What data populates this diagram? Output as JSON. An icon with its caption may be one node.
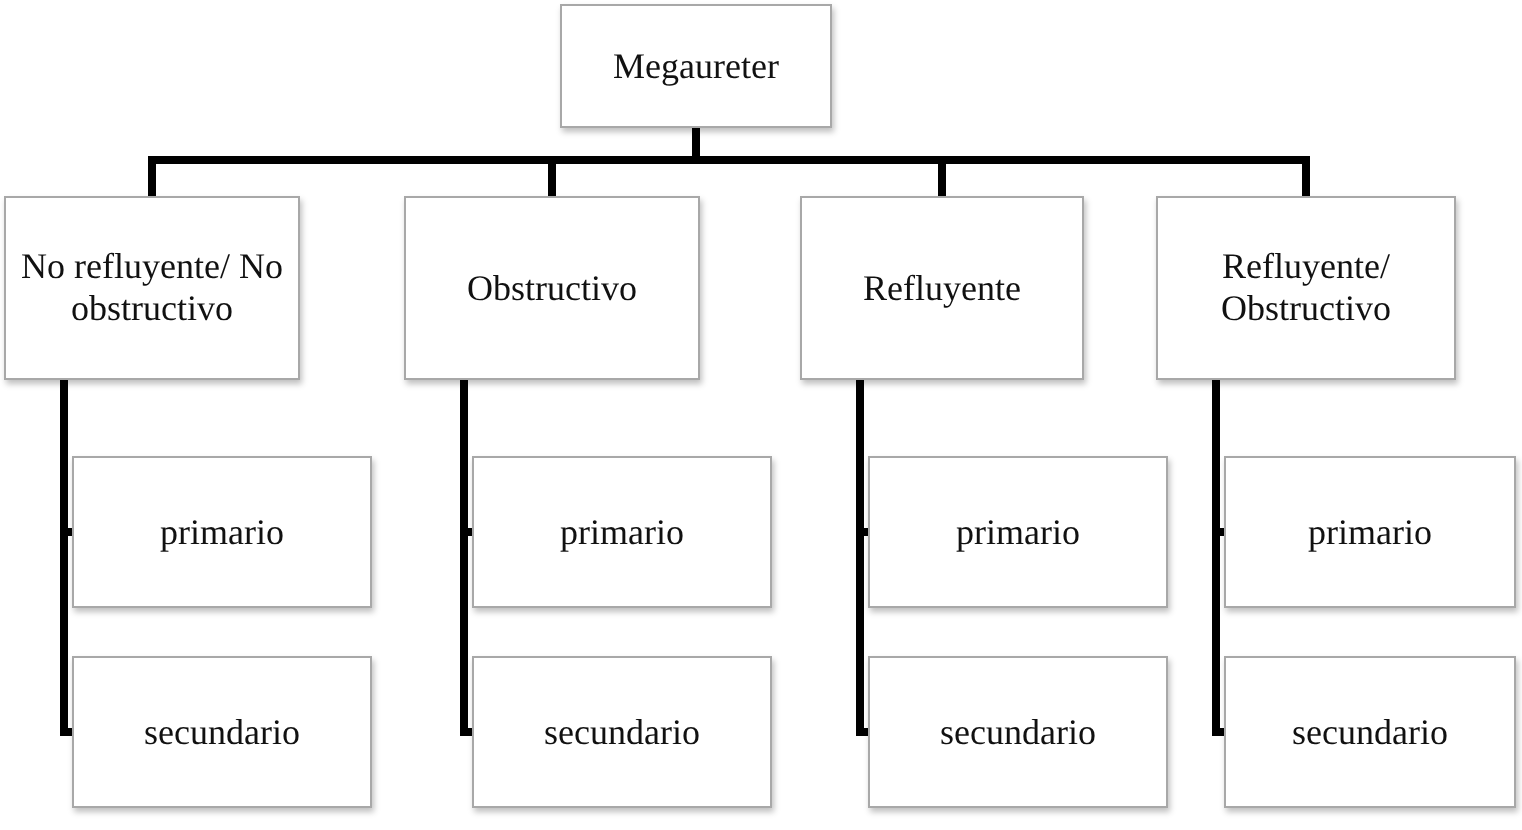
{
  "diagram": {
    "nodes": [
      {
        "text": [
          "Megaureter"
        ]
      },
      {
        "text": [
          "No refluyente/ No obstructivo"
        ]
      },
      {
        "text": [
          "Obstructivo"
        ]
      },
      {
        "text": [
          "Refluyente"
        ]
      },
      {
        "text": [
          "Refluyente/ Obstructivo"
        ]
      },
      {
        "text": [
          "primario"
        ]
      },
      {
        "text": [
          "primario"
        ]
      },
      {
        "text": [
          "primario"
        ]
      },
      {
        "text": [
          "primario"
        ]
      },
      {
        "text": [
          "secundario"
        ]
      },
      {
        "text": [
          "secundario"
        ]
      },
      {
        "text": [
          "secundario"
        ]
      },
      {
        "text": [
          "secundario"
        ]
      }
    ],
    "edges": [
      {
        "from": 0,
        "to": 1,
        "arrow": "none"
      },
      {
        "from": 0,
        "to": 2,
        "arrow": "none"
      },
      {
        "from": 0,
        "to": 3,
        "arrow": "none"
      },
      {
        "from": 0,
        "to": 4,
        "arrow": "none"
      },
      {
        "from": 1,
        "to": 5,
        "arrow": "none"
      },
      {
        "from": 1,
        "to": 9,
        "arrow": "none"
      },
      {
        "from": 2,
        "to": 6,
        "arrow": "none"
      },
      {
        "from": 2,
        "to": 10,
        "arrow": "none"
      },
      {
        "from": 3,
        "to": 7,
        "arrow": "none"
      },
      {
        "from": 3,
        "to": 11,
        "arrow": "none"
      },
      {
        "from": 4,
        "to": 8,
        "arrow": "none"
      },
      {
        "from": 4,
        "to": 12,
        "arrow": "none"
      }
    ]
  }
}
